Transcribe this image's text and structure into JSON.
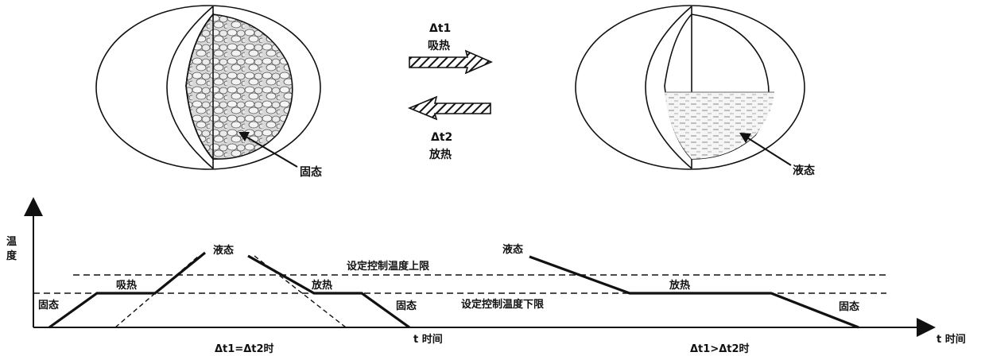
{
  "top": {
    "solid_label": "固态",
    "liquid_label": "液态",
    "arrow_right": {
      "dt": "Δt1",
      "text": "吸热"
    },
    "arrow_left": {
      "dt": "Δt2",
      "text": "放热"
    }
  },
  "graph": {
    "ylabel_line1": "温",
    "ylabel_line2": "度",
    "upper_limit_label": "设定控制温度上限",
    "lower_limit_label": "设定控制温度下限",
    "left": {
      "solid_start": "固态",
      "absorb": "吸热",
      "liquid": "液态",
      "release": "放热",
      "solid_end": "固态",
      "axis_time": "t 时间",
      "caption": "Δt1=Δt2时"
    },
    "right": {
      "liquid": "液态",
      "release": "放热",
      "solid_end": "固态",
      "axis_time": "t 时间",
      "caption": "Δt1>Δt2时"
    }
  }
}
